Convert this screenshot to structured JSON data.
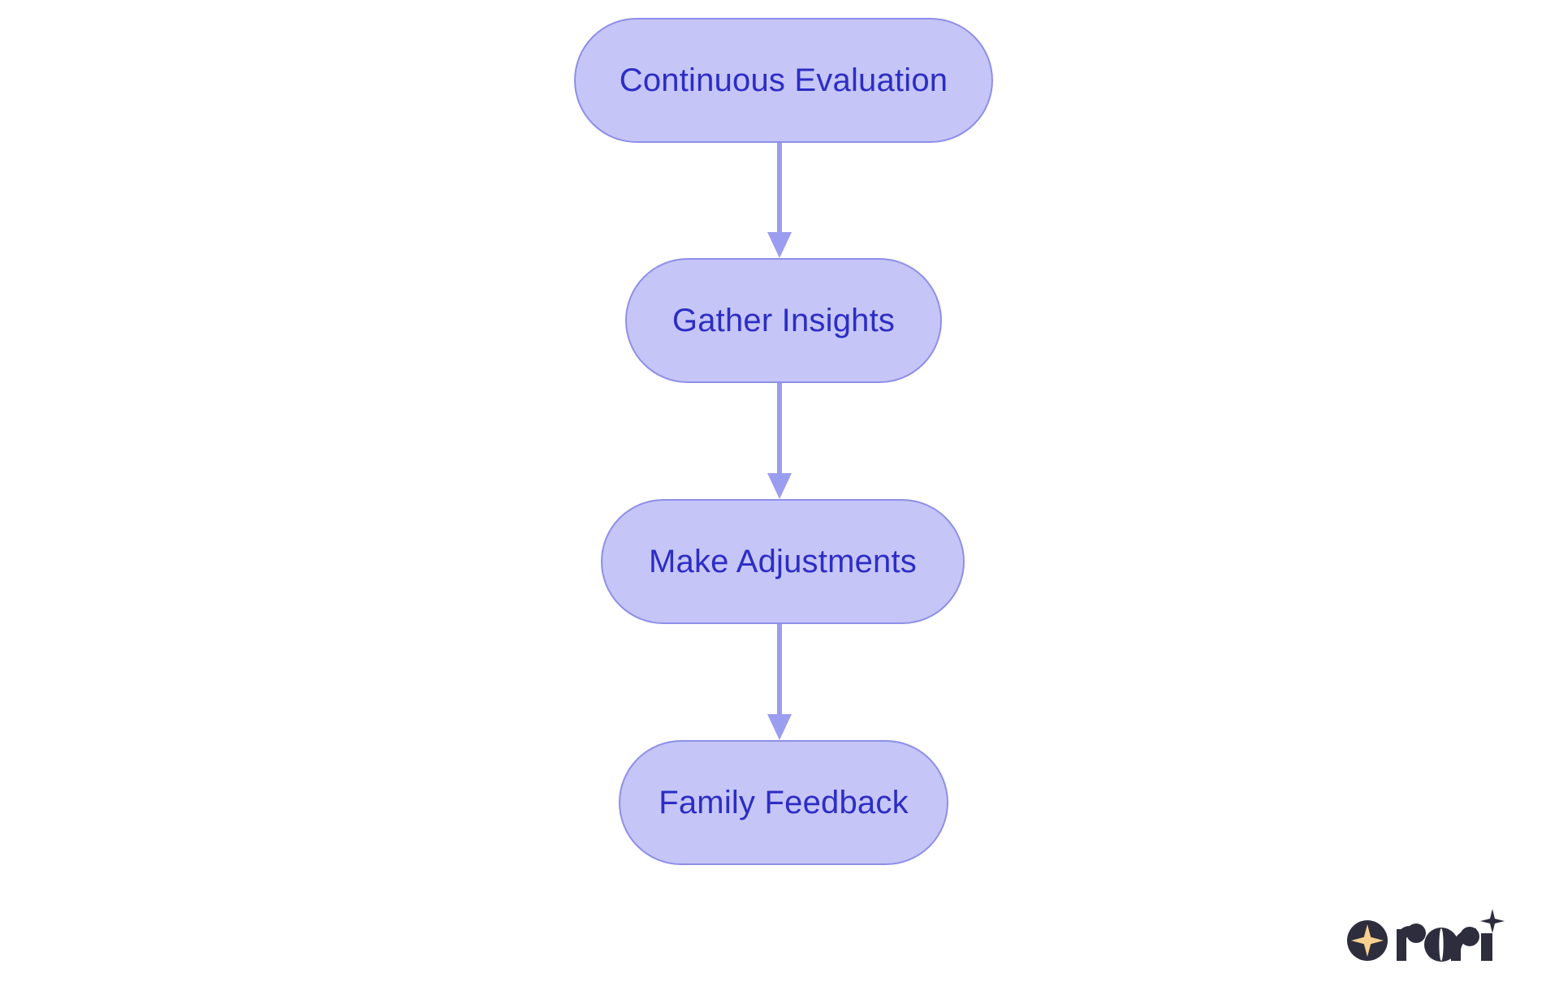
{
  "diagram": {
    "type": "flowchart",
    "orientation": "vertical-top-down",
    "background_color": "#ffffff",
    "node_fill_color": "#c5c6f7",
    "node_border_color": "#8e8fe8",
    "node_text_color": "#2d2dc4",
    "connector_color": "#9b9df0",
    "nodes": [
      {
        "id": "continuous-evaluation",
        "label": "Continuous Evaluation"
      },
      {
        "id": "gather-insights",
        "label": "Gather Insights"
      },
      {
        "id": "make-adjustments",
        "label": "Make Adjustments"
      },
      {
        "id": "family-feedback",
        "label": "Family Feedback"
      }
    ],
    "edges": [
      {
        "from": "continuous-evaluation",
        "to": "gather-insights",
        "label": ""
      },
      {
        "from": "gather-insights",
        "to": "make-adjustments",
        "label": ""
      },
      {
        "from": "make-adjustments",
        "to": "family-feedback",
        "label": ""
      }
    ]
  },
  "branding": {
    "name": "rori",
    "mark_color": "#2e2d3d",
    "star_color": "#f8d190"
  }
}
